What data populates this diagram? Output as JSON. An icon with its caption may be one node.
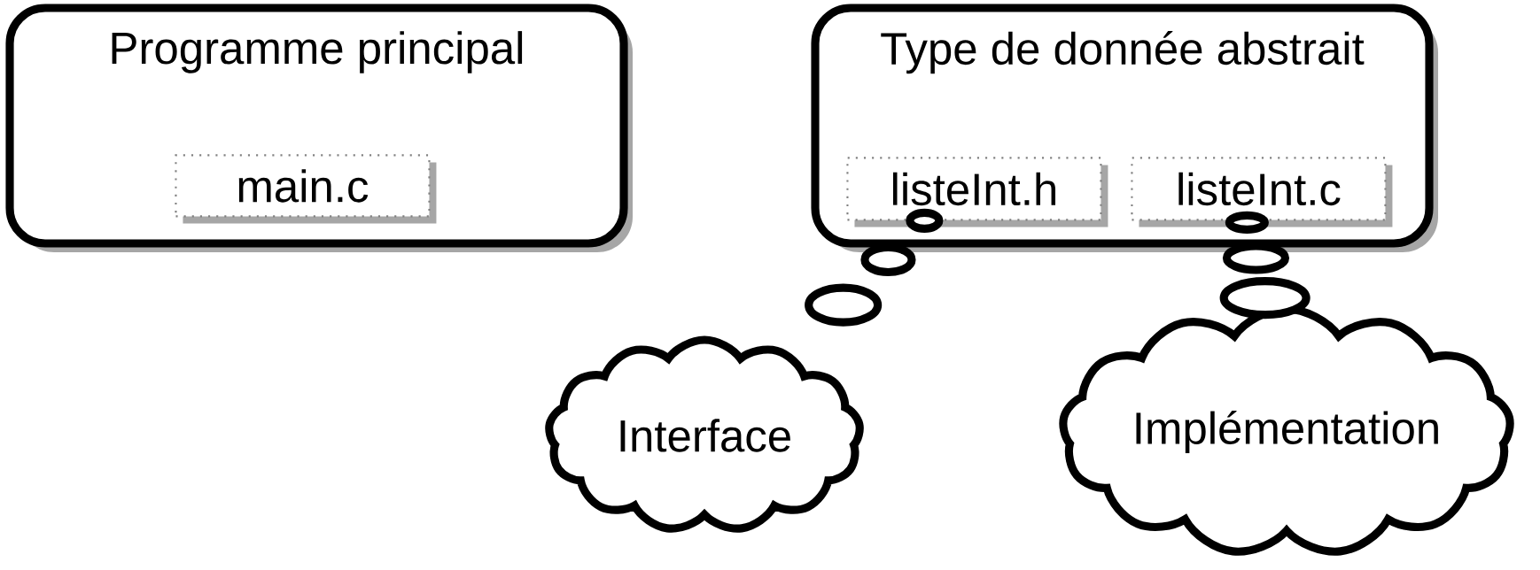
{
  "diagram": {
    "nodes": [
      {
        "text": [
          "Programme principal"
        ]
      },
      {
        "text": [
          "main.c"
        ],
        "in": 0
      },
      {
        "text": [
          "Type de donnée abstrait"
        ]
      },
      {
        "text": [
          "listeInt.h"
        ],
        "in": 2
      },
      {
        "text": [
          "listeInt.c"
        ],
        "in": 2
      },
      {
        "text": [
          "Interface"
        ]
      },
      {
        "text": [
          "Implémentation"
        ]
      }
    ],
    "edges": [
      {
        "from": 5,
        "to": 3,
        "arrow": "none"
      },
      {
        "from": 6,
        "to": 4,
        "arrow": "none"
      }
    ]
  }
}
